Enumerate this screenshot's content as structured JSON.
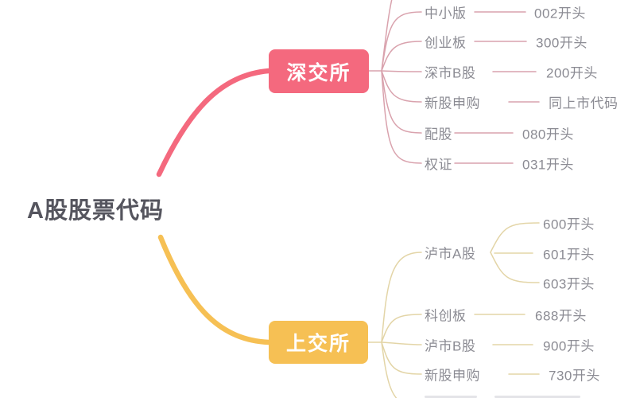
{
  "root": {
    "label": "A股股票代码"
  },
  "colors": {
    "shenzhen_node": "#F4697E",
    "shanghai_node": "#F6C054",
    "shenzhen_line": "#D9A2AD",
    "shanghai_line": "#E3D5A7",
    "label_text": "#8B8B93",
    "root_text": "#55555E"
  },
  "shenzhen": {
    "node_label": "深交所",
    "items": [
      {
        "label": "中小版",
        "code": "002开头"
      },
      {
        "label": "创业板",
        "code": "300开头"
      },
      {
        "label": "深市B股",
        "code": "200开头"
      },
      {
        "label": "新股申购",
        "code": "同上市代码"
      },
      {
        "label": "配股",
        "code": "080开头"
      },
      {
        "label": "权证",
        "code": "031开头"
      }
    ]
  },
  "shanghai": {
    "node_label": "上交所",
    "items": [
      {
        "label": "泸市A股",
        "codes": [
          "600开头",
          "601开头",
          "603开头"
        ]
      },
      {
        "label": "科创板",
        "code": "688开头"
      },
      {
        "label": "泸市B股",
        "code": "900开头"
      },
      {
        "label": "新股申购",
        "code": "730开头"
      }
    ]
  }
}
